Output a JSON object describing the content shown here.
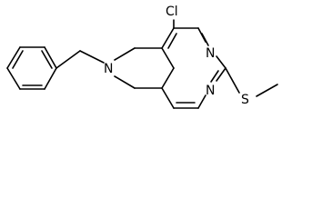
{
  "molecule": {
    "atom_labels": {
      "nitrogen_ring": "N",
      "chlorine": "Cl",
      "nitrogen_upper": "N",
      "nitrogen_lower": "N",
      "sulfur": "S"
    },
    "bond_color": "#000000",
    "label_color": "#000000"
  }
}
